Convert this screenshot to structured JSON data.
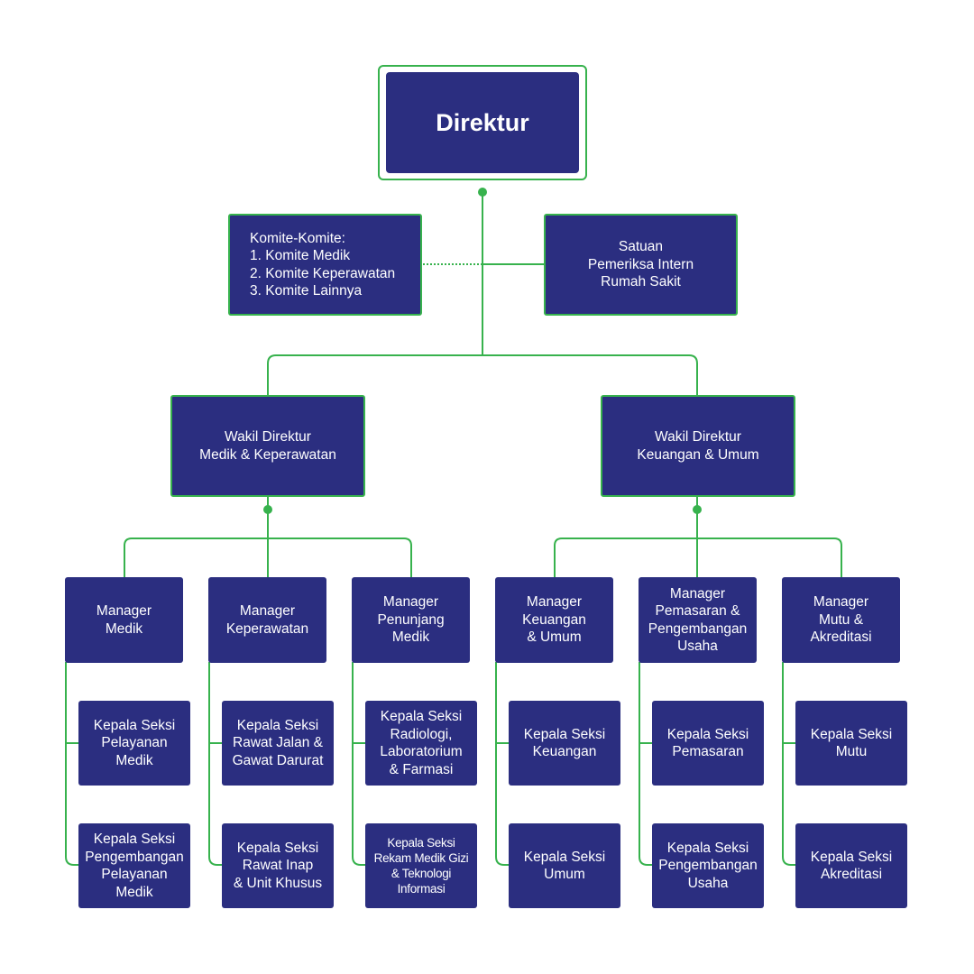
{
  "colors": {
    "box_fill": "#2b2e80",
    "connector": "#37b24d",
    "text": "#ffffff",
    "background": "#ffffff"
  },
  "director": "Direktur",
  "committees": "Komite-Komite:\n1. Komite Medik\n2. Komite Keperawatan\n3. Komite Lainnya",
  "internal_audit": "Satuan\nPemeriksa Intern\nRumah Sakit",
  "deputies": {
    "medical": "Wakil Direktur\nMedik & Keperawatan",
    "finance": "Wakil Direktur\nKeuangan & Umum"
  },
  "managers": [
    "Manager\nMedik",
    "Manager\nKeperawatan",
    "Manager\nPenunjang\nMedik",
    "Manager\nKeuangan\n& Umum",
    "Manager\nPemasaran &\nPengembangan\nUsaha",
    "Manager\nMutu &\nAkreditasi"
  ],
  "section_heads": [
    [
      "Kepala Seksi\nPelayanan\nMedik",
      "Kepala Seksi\nPengembangan\nPelayanan\nMedik"
    ],
    [
      "Kepala Seksi\nRawat Jalan &\nGawat Darurat",
      "Kepala Seksi\nRawat Inap\n& Unit Khusus"
    ],
    [
      "Kepala Seksi\nRadiologi,\nLaboratorium\n& Farmasi",
      "Kepala Seksi\nRekam Medik Gizi\n& Teknologi\nInformasi"
    ],
    [
      "Kepala Seksi\nKeuangan",
      "Kepala Seksi\nUmum"
    ],
    [
      "Kepala Seksi\nPemasaran",
      "Kepala Seksi\nPengembangan\nUsaha"
    ],
    [
      "Kepala Seksi\nMutu",
      "Kepala Seksi\nAkreditasi"
    ]
  ]
}
